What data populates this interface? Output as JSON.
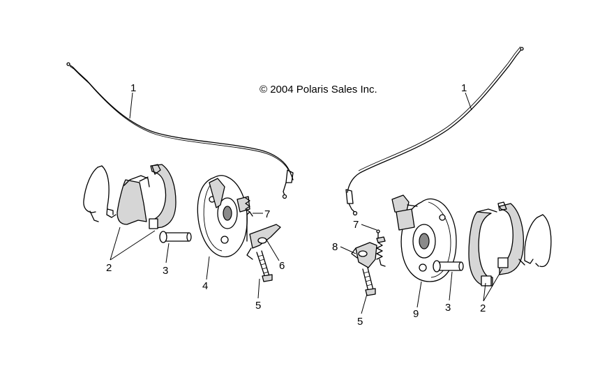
{
  "copyright": "© 2004 Polaris Sales Inc.",
  "callouts": {
    "l_cable": "1",
    "l_shoes": "2",
    "l_pin": "3",
    "l_plate": "4",
    "l_bolt": "5",
    "l_lever": "6",
    "l_spring": "7",
    "r_cable": "1",
    "r_spring": "7",
    "r_lever": "8",
    "r_bolt": "5",
    "r_plate": "9",
    "r_pin": "3",
    "r_shoes": "2"
  }
}
